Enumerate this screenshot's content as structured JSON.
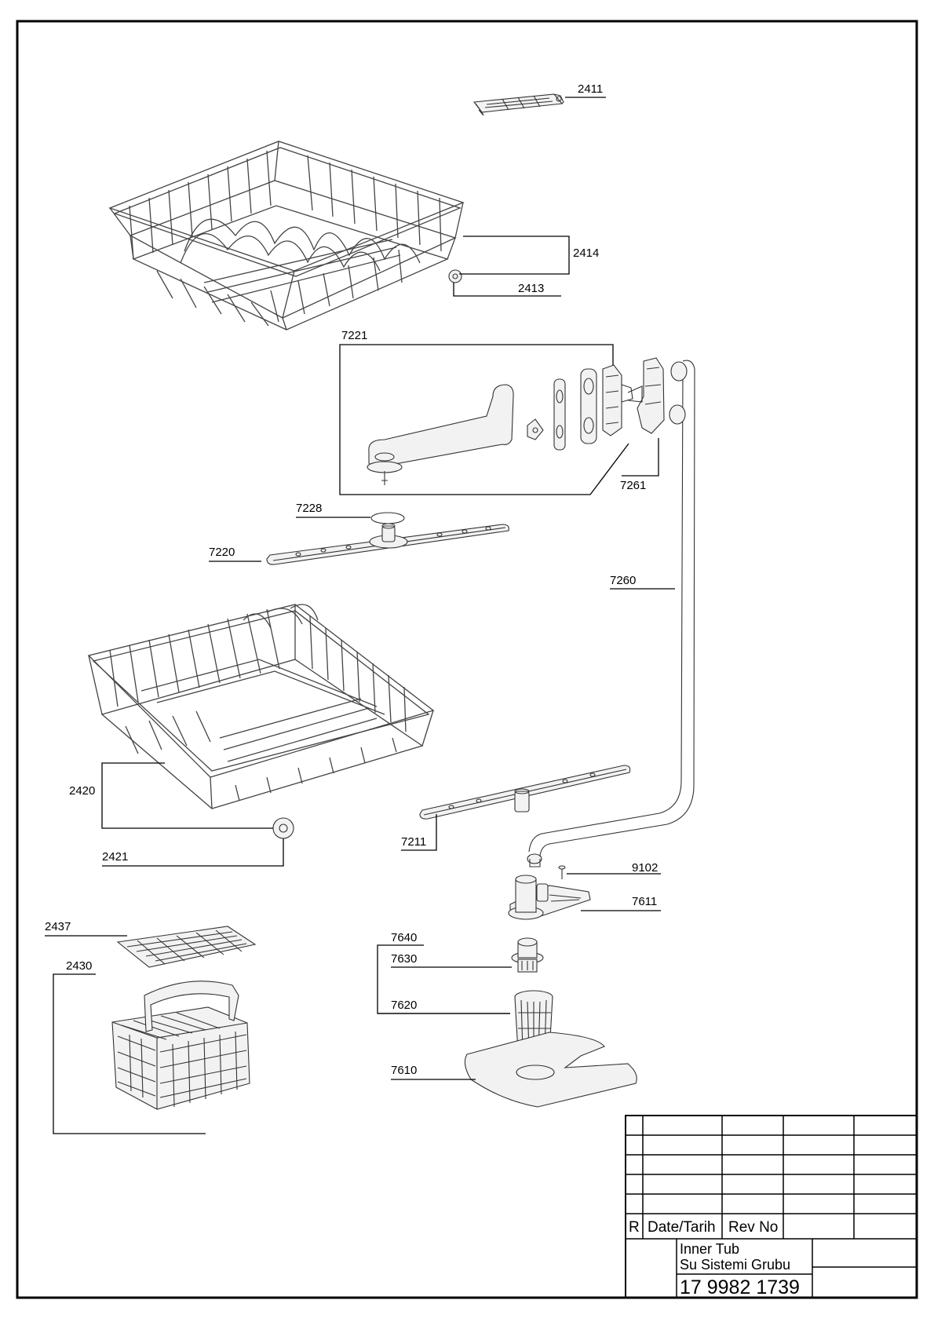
{
  "drawing": {
    "part_labels": {
      "p2411": "2411",
      "p2414": "2414",
      "p2413": "2413",
      "p7221": "7221",
      "p7261": "7261",
      "p7228": "7228",
      "p7220": "7220",
      "p7260": "7260",
      "p2420": "2420",
      "p2421": "2421",
      "p7211": "7211",
      "p9102": "9102",
      "p7611": "7611",
      "p2437": "2437",
      "p2430": "2430",
      "p7640": "7640",
      "p7630": "7630",
      "p7620": "7620",
      "p7610": "7610"
    }
  },
  "title_block": {
    "r_label": "R",
    "date_label": "Date/Tarih",
    "rev_label": "Rev No",
    "title_en": "Inner Tub",
    "title_tr": "Su Sistemi Grubu",
    "part_number": "17 9982 1739"
  }
}
